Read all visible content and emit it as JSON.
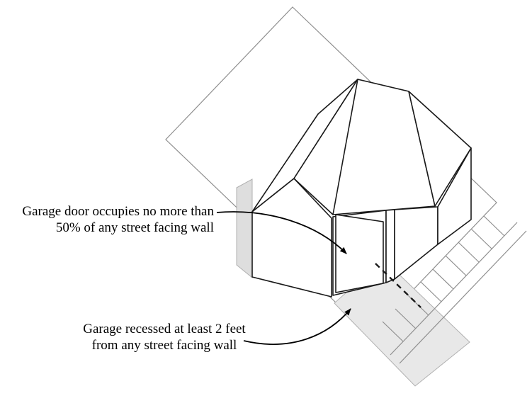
{
  "diagram": {
    "labels": {
      "garage_door": {
        "line1": "Garage door occupies no more than",
        "line2": "50% of any street facing wall"
      },
      "garage_recess": {
        "line1": "Garage recessed at least 2 feet",
        "line2": "from any street facing wall"
      }
    },
    "colors": {
      "roof_shade": "#b4b4b4",
      "garage_door": "#a6a6a6",
      "driveway": "#e8e8e8",
      "side_strip": "#dedede",
      "house_line": "#1a1a1a",
      "site_line": "#8f8f8f"
    }
  }
}
